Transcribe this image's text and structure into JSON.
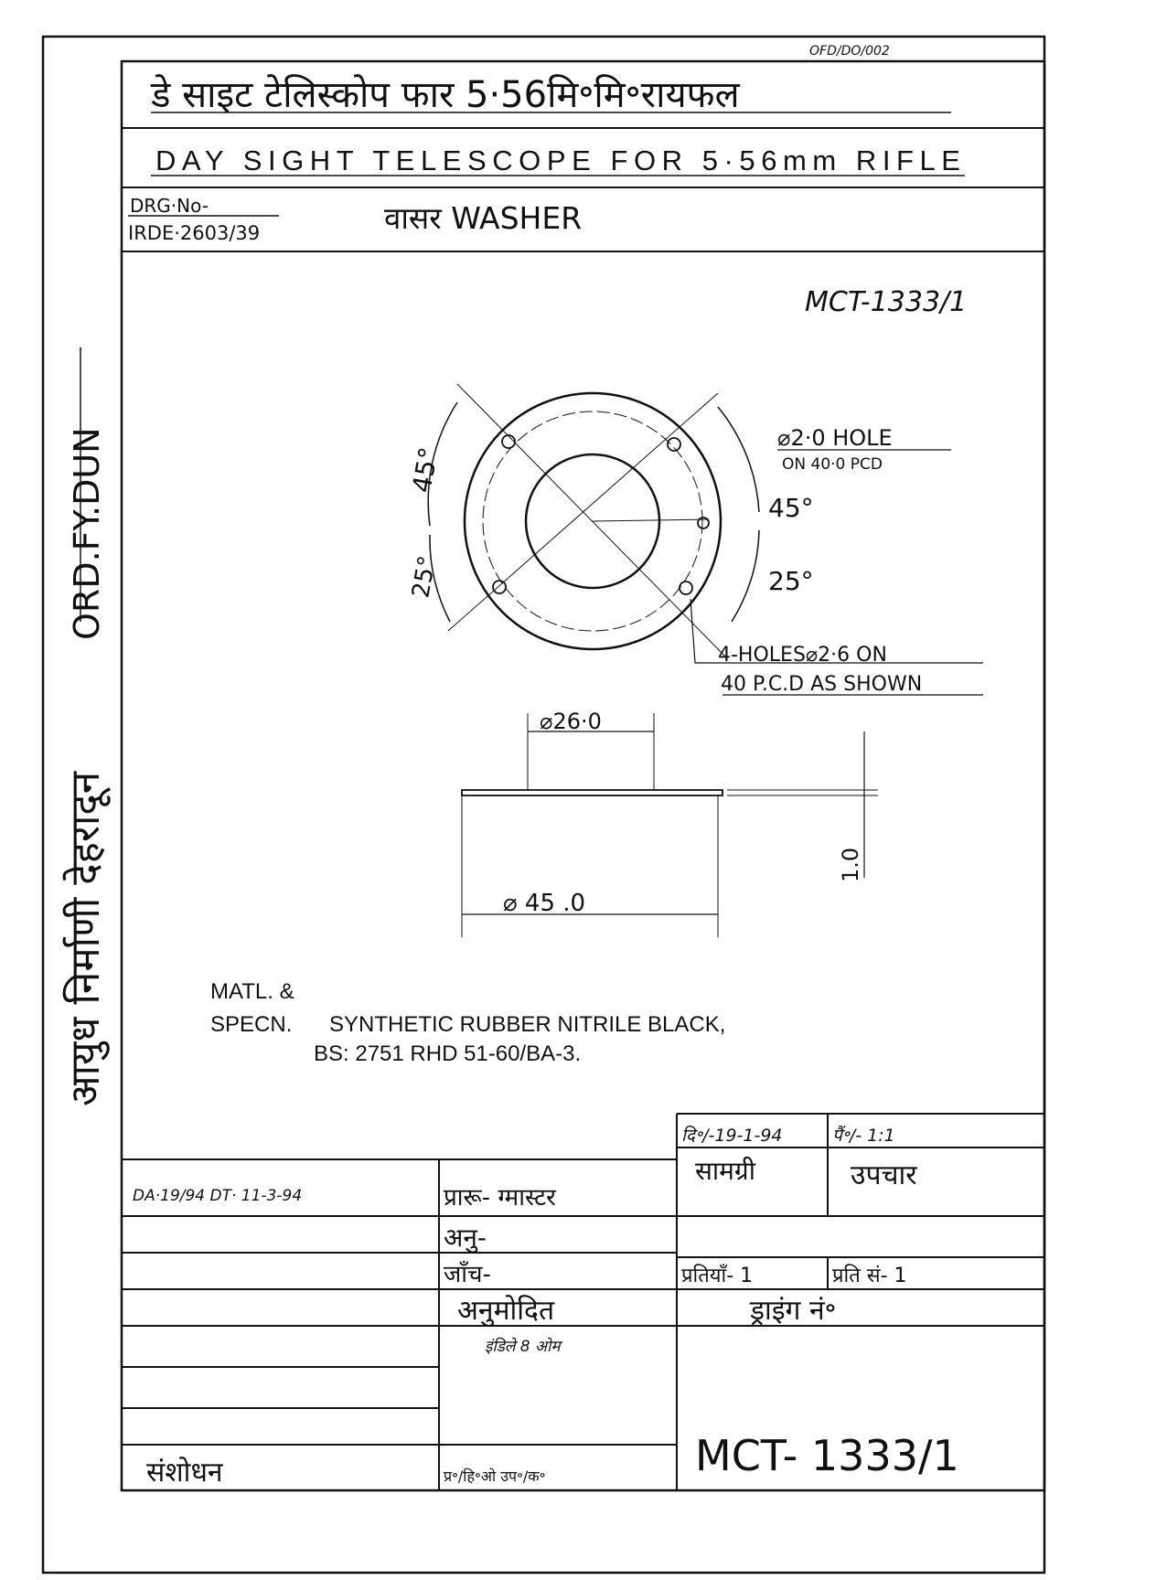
{
  "ref_code": "OFD/DO/002",
  "title_hindi": "डे साइट टेलिस्कोप फार 5·56मि॰मि॰रायफल",
  "title_english": "DAY SIGHT TELESCOPE FOR 5·56mm RIFLE",
  "drg_no_label": "DRG·No-",
  "drg_no_value": "IRDE·2603/39",
  "part_name": "वासर  WASHER",
  "part_number": "MCT-1333/1",
  "side_stamp_hindi": "आयुध निर्माणी देहरादून",
  "side_stamp_english": "ORD.FY.DUN",
  "annotations": {
    "angle_45_left": "45°",
    "angle_25_left": "25°",
    "angle_45_right": "45°",
    "angle_25_right": "25°",
    "hole_note_1": "⌀2·0 HOLE",
    "hole_note_2": "ON 40·0 PCD",
    "holes_note_1": "4-HOLES⌀2·6 ON",
    "holes_note_2": "40 P.C.D AS SHOWN",
    "dim_inner": "⌀26·0",
    "dim_outer": "⌀ 45 .0",
    "dim_thickness": "1.0"
  },
  "material": {
    "label_1": "MATL. &",
    "label_2": "SPECN.",
    "line_1": "SYNTHETIC RUBBER NITRILE BLACK,",
    "line_2": "BS: 2751 RHD 51-60/BA-3."
  },
  "title_block": {
    "date": "दि॰/-19-1-94",
    "scale": "पैं॰/- 1:1",
    "material_label": "सामग्री",
    "treatment_label": "उपचार",
    "amendment_note": "DA·19/94 DT· 11-3-94",
    "drawn": "प्रारू- ग्मास्टर",
    "traced": "अनु-",
    "checked": "जाँच-",
    "copies": "प्रतियाँ- 1",
    "copy_no": "प्रति सं- 1",
    "approved": "अनुमोदित",
    "approver_sign": "इंडिले 8 ओम",
    "approver_title": "प्र॰/हि॰ओ   उप॰/क॰",
    "drawing_no_label": "ड्राइंग नं॰",
    "drawing_no": "MCT- 1333/1",
    "revision_label": "संशोधन"
  }
}
